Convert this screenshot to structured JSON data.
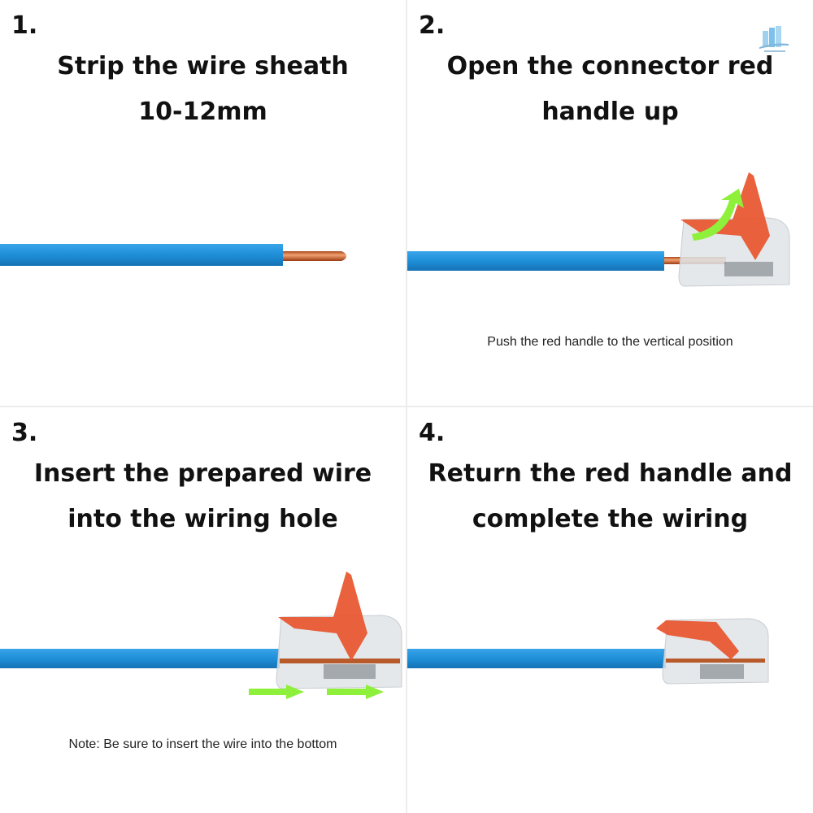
{
  "steps": [
    {
      "number": "1.",
      "title_lines": [
        "Strip the wire sheath",
        "10-12mm"
      ],
      "note": ""
    },
    {
      "number": "2.",
      "title_lines": [
        "Open the connector red",
        "handle up"
      ],
      "note": "Push the red handle to the vertical position"
    },
    {
      "number": "3.",
      "title_lines": [
        "Insert the prepared wire",
        "into the wiring hole"
      ],
      "note": "Note: Be sure to insert the wire into the bottom"
    },
    {
      "number": "4.",
      "title_lines": [
        "Return the red handle and",
        "complete the wiring"
      ],
      "note": ""
    }
  ],
  "colors": {
    "wire_blue": "#1e8fd8",
    "copper": "#c8602a",
    "handle_red": "#e8542c",
    "arrow_green": "#8ef03a",
    "connector_clear": "#dfe3e6",
    "divider": "#ececec"
  },
  "icons": {
    "logo": "building-logo-icon"
  }
}
